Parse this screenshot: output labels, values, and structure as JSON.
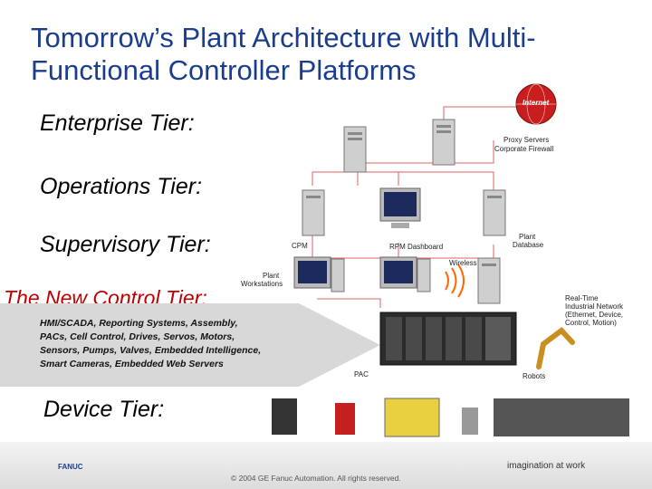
{
  "title": "Tomorrow’s Plant Architecture with Multi-Functional Controller Platforms",
  "tiers": {
    "enterprise": "Enterprise Tier:",
    "operations": "Operations Tier:",
    "supervisory": "Supervisory Tier:",
    "control": "The New Control Tier:",
    "device": "Device Tier:"
  },
  "labels": {
    "internet": "Internet",
    "proxy_servers": "Proxy Servers",
    "corporate_firewall": "Corporate Firewall",
    "cpm": "CPM",
    "rpm_dashboard": "RPM Dashboard",
    "plant_db_1": "Plant",
    "plant_db_2": "Database",
    "wireless": "Wireless",
    "plant_ws_1": "Plant",
    "plant_ws_2": "Workstations",
    "rt_net_1": "Real-Time",
    "rt_net_2": "Industrial Network",
    "rt_net_3": "(Ethernet, Device,",
    "rt_net_4": "Control, Motion)",
    "pac": "PAC",
    "robots": "Robots"
  },
  "control_description": [
    "HMI/SCADA, Reporting Systems, Assembly,",
    "PACs, Cell Control, Drives, Servos, Motors,",
    "Sensors, Pumps, Valves, Embedded Intelligence,",
    "Smart Cameras, Embedded Web Servers"
  ],
  "footer": {
    "logo_text": "FANUC",
    "copyright": "© 2004 GE Fanuc Automation. All rights reserved.",
    "tagline": "imagination at work"
  },
  "colors": {
    "title": "#1a3e8c",
    "control_tier": "#c00000",
    "link_lines": "#e06060",
    "wireless": "#ff6600",
    "desc_wedge": "#d8d8d8"
  }
}
